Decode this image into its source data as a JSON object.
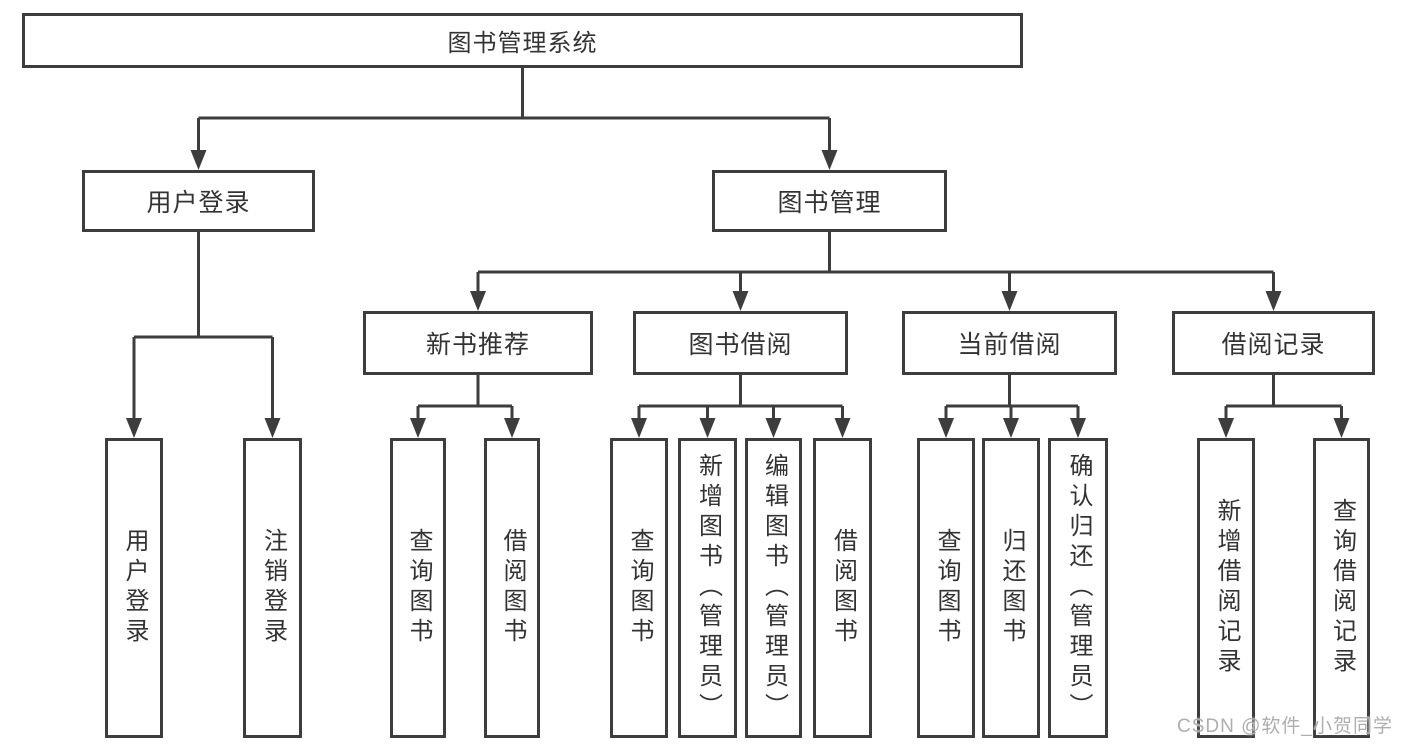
{
  "diagram": {
    "root": "图书管理系统",
    "level2": {
      "user_login": "用户登录",
      "book_management": "图书管理"
    },
    "level3": {
      "new_book_recommend": "新书推荐",
      "book_borrow": "图书借阅",
      "current_borrow": "当前借阅",
      "borrow_records": "借阅记录"
    },
    "leaves": {
      "login": "用户登录",
      "logout": "注销登录",
      "nb_query_books": "查询图书",
      "nb_borrow_books": "借阅图书",
      "bb_query_books": "查询图书",
      "bb_add_books_admin": "新增图书（管理员）",
      "bb_edit_books_admin": "编辑图书（管理员）",
      "bb_borrow_books": "借阅图书",
      "cb_query_books": "查询图书",
      "cb_return_books": "归还图书",
      "cb_confirm_return_admin": "确认归还（管理员）",
      "br_add_record": "新增借阅记录",
      "br_query_record": "查询借阅记录"
    }
  },
  "watermark": {
    "text": "CSDN @软件_小贺同学"
  },
  "colors": {
    "line": "#3d3d3d",
    "text": "#333333",
    "watermark": "#aeaeae",
    "background": "#ffffff"
  }
}
